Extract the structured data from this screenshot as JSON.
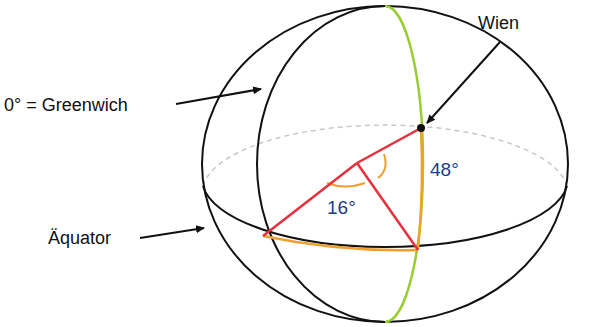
{
  "diagram": {
    "labels": [
      "0° = Greenwich",
      "Äquator",
      "Wien",
      "16°",
      "48°"
    ]
  }
}
